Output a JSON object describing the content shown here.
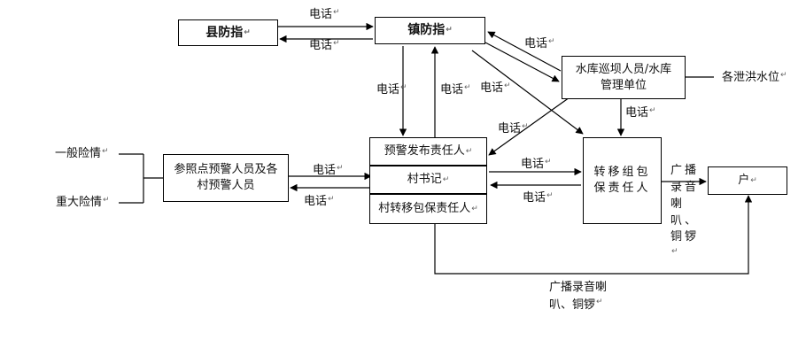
{
  "nodes": {
    "county": "县防指",
    "town": "镇防指",
    "reservoir": "水库巡坝人员/水库管理单位",
    "warning_pub": "预警发布责任人",
    "village_sec": "村书记",
    "village_transfer": "村转移包保责任人",
    "ref_point": "参照点预警人员及各村预警人员",
    "transfer_guard": "转移组包保责任人",
    "household": "户"
  },
  "labels": {
    "phone": "电话",
    "drain_level": "各泄洪水位",
    "general_danger": "一般险情",
    "major_danger": "重大险情",
    "broadcast_right": "广播录音喇叭、铜锣",
    "broadcast_bottom": "广播录音喇叭、铜锣"
  }
}
